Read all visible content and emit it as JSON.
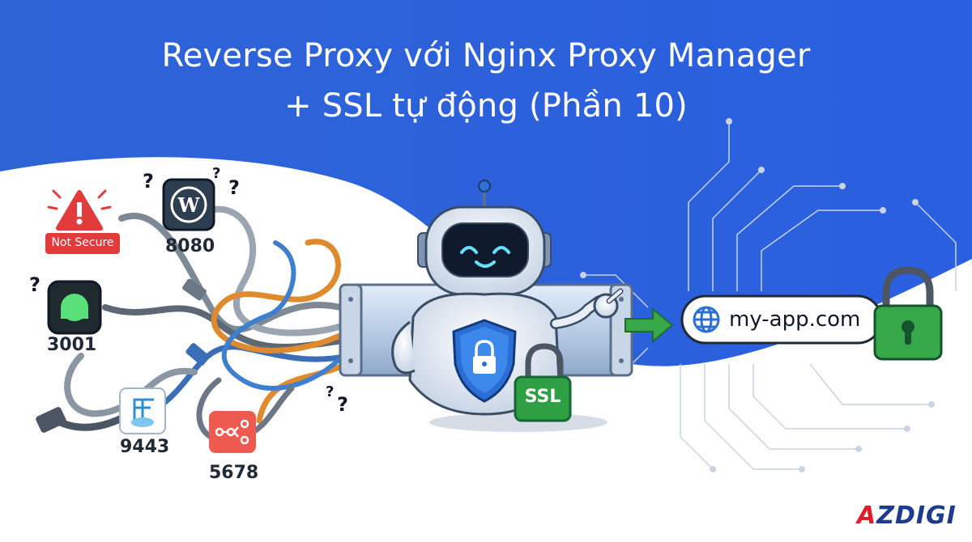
{
  "title": {
    "line1": "Reverse Proxy với Nginx Proxy Manager",
    "line2": "+ SSL tự động (Phần 10)"
  },
  "warning": {
    "label": "Not Secure",
    "icon": "warning-triangle-icon"
  },
  "services": [
    {
      "port": "8080",
      "icon": "wordpress-icon"
    },
    {
      "port": "3001",
      "icon": "green-app-icon"
    },
    {
      "port": "9443",
      "icon": "portainer-icon"
    },
    {
      "port": "5678",
      "icon": "n8n-icon"
    }
  ],
  "robot": {
    "badge": "SSL",
    "icon": "shield-lock-icon"
  },
  "address_bar": {
    "url": "my-app.com",
    "icon": "globe-icon",
    "lock_icon": "padlock-icon"
  },
  "brand": {
    "logo_first": "A",
    "logo_rest": "ZDIGI"
  },
  "colors": {
    "background_blue": "#2f66d8",
    "warning_red": "#e23b3b",
    "ssl_green": "#2ea043",
    "arrow_green": "#37a84a"
  }
}
